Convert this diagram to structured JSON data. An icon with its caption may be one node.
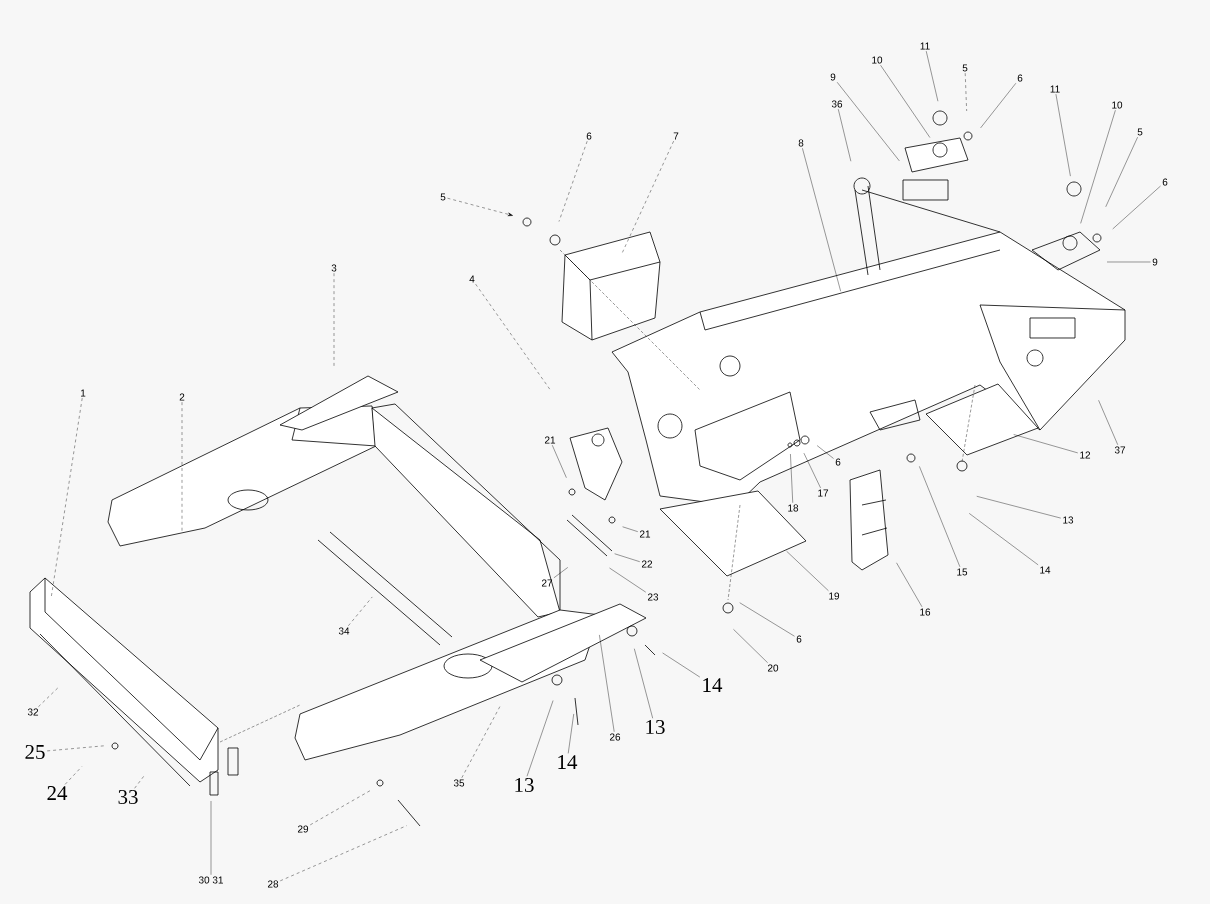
{
  "diagram": {
    "nodes": [
      {
        "text": [
          "1"
        ]
      },
      {
        "text": [
          "2"
        ]
      },
      {
        "text": [
          "3"
        ]
      },
      {
        "text": [
          "4"
        ]
      },
      {
        "text": [
          "5"
        ]
      },
      {
        "text": [
          "6"
        ]
      },
      {
        "text": [
          "7"
        ]
      },
      {
        "text": [
          "8"
        ]
      },
      {
        "text": [
          "36"
        ]
      },
      {
        "text": [
          "9"
        ]
      },
      {
        "text": [
          "10"
        ]
      },
      {
        "text": [
          "11"
        ]
      },
      {
        "text": [
          "5"
        ]
      },
      {
        "text": [
          "6"
        ]
      },
      {
        "text": [
          "11"
        ]
      },
      {
        "text": [
          "10"
        ]
      },
      {
        "text": [
          "5"
        ]
      },
      {
        "text": [
          "6"
        ]
      },
      {
        "text": [
          "9"
        ]
      },
      {
        "text": [
          "37"
        ]
      },
      {
        "text": [
          "12"
        ]
      },
      {
        "text": [
          "13"
        ]
      },
      {
        "text": [
          "14"
        ]
      },
      {
        "text": [
          "15"
        ]
      },
      {
        "text": [
          "16"
        ]
      },
      {
        "text": [
          "6"
        ]
      },
      {
        "text": [
          "17"
        ]
      },
      {
        "text": [
          "18"
        ]
      },
      {
        "text": [
          "19"
        ]
      },
      {
        "text": [
          "6"
        ]
      },
      {
        "text": [
          "20"
        ]
      },
      {
        "text": [
          "21"
        ]
      },
      {
        "text": [
          "21"
        ]
      },
      {
        "text": [
          "22"
        ]
      },
      {
        "text": [
          "23"
        ]
      },
      {
        "text": [
          "27"
        ]
      },
      {
        "text": [
          "26"
        ]
      },
      {
        "text": [
          "14"
        ]
      },
      {
        "text": [
          "13"
        ]
      },
      {
        "text": [
          "14"
        ]
      },
      {
        "text": [
          "13"
        ]
      },
      {
        "text": [
          "35"
        ]
      },
      {
        "text": [
          "34"
        ]
      },
      {
        "text": [
          "32"
        ]
      },
      {
        "text": [
          "25"
        ]
      },
      {
        "text": [
          "24"
        ]
      },
      {
        "text": [
          "33"
        ]
      },
      {
        "text": [
          "30 31"
        ]
      },
      {
        "text": [
          "29"
        ]
      },
      {
        "text": [
          "28"
        ]
      }
    ],
    "edges": [
      {
        "from": 0,
        "to": null,
        "arrow": "none",
        "style": "dashed"
      },
      {
        "from": 1,
        "to": null,
        "arrow": "none",
        "style": "dashed"
      },
      {
        "from": 2,
        "to": null,
        "arrow": "none",
        "style": "dashed"
      },
      {
        "from": 3,
        "to": null,
        "arrow": "none",
        "style": "dashed"
      },
      {
        "from": 4,
        "to": null,
        "arrow": "to",
        "style": "dashed"
      },
      {
        "from": 5,
        "to": null,
        "arrow": "none",
        "style": "dashed"
      },
      {
        "from": 6,
        "to": null,
        "arrow": "none",
        "style": "dashed"
      },
      {
        "from": 7,
        "to": null,
        "arrow": "none"
      },
      {
        "from": 8,
        "to": null,
        "arrow": "none"
      },
      {
        "from": 9,
        "to": null,
        "arrow": "none"
      },
      {
        "from": 10,
        "to": null,
        "arrow": "none"
      },
      {
        "from": 11,
        "to": null,
        "arrow": "none"
      },
      {
        "from": 12,
        "to": null,
        "arrow": "none",
        "style": "dashed"
      },
      {
        "from": 13,
        "to": null,
        "arrow": "none"
      },
      {
        "from": 14,
        "to": null,
        "arrow": "none"
      },
      {
        "from": 15,
        "to": null,
        "arrow": "none"
      },
      {
        "from": 16,
        "to": null,
        "arrow": "none"
      },
      {
        "from": 17,
        "to": null,
        "arrow": "none"
      },
      {
        "from": 18,
        "to": null,
        "arrow": "none"
      },
      {
        "from": 19,
        "to": null,
        "arrow": "none"
      },
      {
        "from": 20,
        "to": null,
        "arrow": "none"
      },
      {
        "from": 21,
        "to": null,
        "arrow": "none"
      },
      {
        "from": 22,
        "to": null,
        "arrow": "none"
      },
      {
        "from": 23,
        "to": null,
        "arrow": "none"
      },
      {
        "from": 24,
        "to": null,
        "arrow": "none"
      },
      {
        "from": 25,
        "to": null,
        "arrow": "none"
      },
      {
        "from": 26,
        "to": null,
        "arrow": "none"
      },
      {
        "from": 27,
        "to": null,
        "arrow": "none"
      },
      {
        "from": 28,
        "to": null,
        "arrow": "none"
      },
      {
        "from": 29,
        "to": null,
        "arrow": "none"
      },
      {
        "from": 30,
        "to": null,
        "arrow": "none"
      },
      {
        "from": 31,
        "to": null,
        "arrow": "none"
      },
      {
        "from": 32,
        "to": null,
        "arrow": "none"
      },
      {
        "from": 33,
        "to": null,
        "arrow": "none"
      },
      {
        "from": 34,
        "to": null,
        "arrow": "none"
      },
      {
        "from": 35,
        "to": null,
        "arrow": "none"
      },
      {
        "from": 36,
        "to": null,
        "arrow": "none"
      },
      {
        "from": 37,
        "to": null,
        "arrow": "none"
      },
      {
        "from": 38,
        "to": null,
        "arrow": "none"
      },
      {
        "from": 39,
        "to": null,
        "arrow": "none"
      },
      {
        "from": 40,
        "to": null,
        "arrow": "none"
      },
      {
        "from": 41,
        "to": null,
        "arrow": "none",
        "style": "dashed"
      },
      {
        "from": 42,
        "to": null,
        "arrow": "none",
        "style": "dashed"
      },
      {
        "from": 43,
        "to": null,
        "arrow": "none",
        "style": "dashed"
      },
      {
        "from": 44,
        "to": null,
        "arrow": "none",
        "style": "dashed"
      },
      {
        "from": 45,
        "to": null,
        "arrow": "none",
        "style": "dashed"
      },
      {
        "from": 46,
        "to": null,
        "arrow": "none",
        "style": "dashed"
      },
      {
        "from": 47,
        "to": null,
        "arrow": "none"
      },
      {
        "from": 48,
        "to": null,
        "arrow": "none",
        "style": "dashed"
      },
      {
        "from": 49,
        "to": null,
        "arrow": "none",
        "style": "dashed"
      }
    ]
  }
}
